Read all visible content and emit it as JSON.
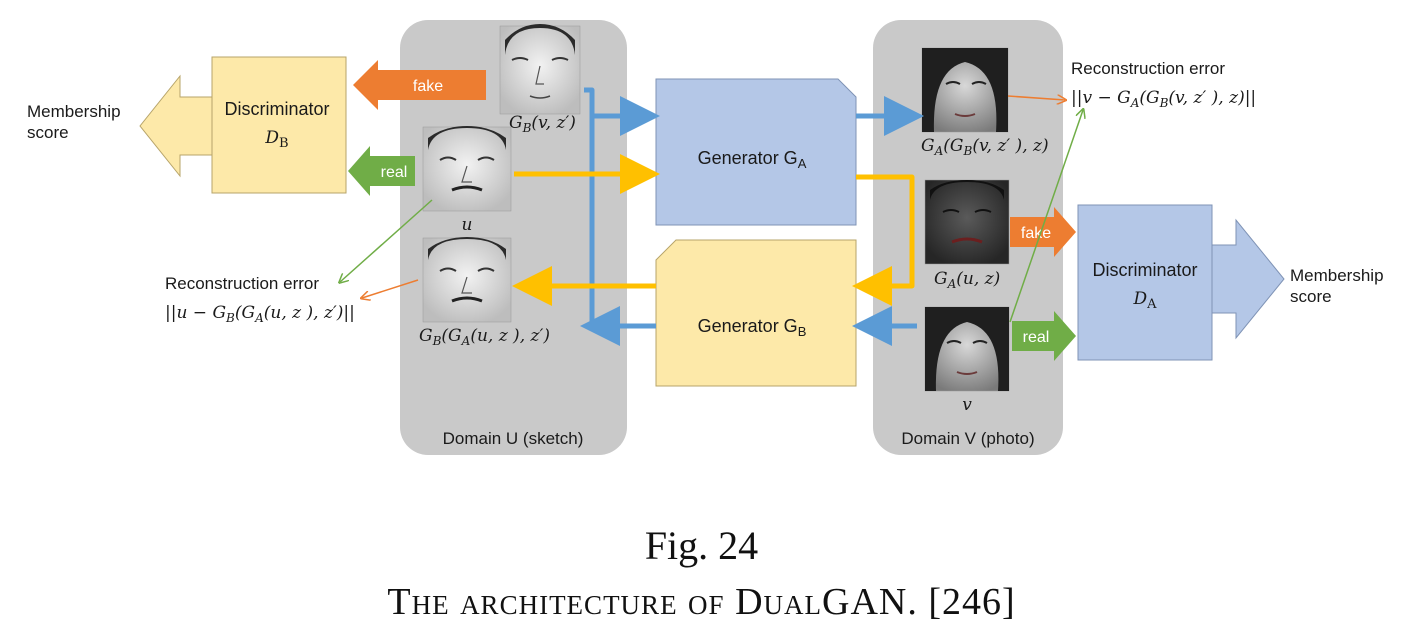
{
  "diagram": {
    "discriminator_b": {
      "title": "Discriminator",
      "symbol": "D",
      "sub": "B"
    },
    "discriminator_a": {
      "title": "Discriminator",
      "symbol": "D",
      "sub": "A"
    },
    "generator_a": {
      "title": "Generator G",
      "sub": "A"
    },
    "generator_b": {
      "title": "Generator G",
      "sub": "B"
    },
    "membership_left": [
      "Membership",
      "score"
    ],
    "membership_right": [
      "Membership",
      "score"
    ],
    "tags": {
      "fake": "fake",
      "real": "real"
    },
    "domain_u_label": "Domain U (sketch)",
    "domain_v_label": "Domain V (photo)",
    "labels": {
      "gb_v": "G_B(v, z′)",
      "u": "u",
      "gb_ga_u": "G_B(G_A(u, z ), z′)",
      "ga_gb_v": "G_A(G_B(v, z′ ), z)",
      "ga_u": "G_A(u, z)",
      "v": "v"
    },
    "recon_left": {
      "title": "Reconstruction error",
      "formula": "||u − G_B(G_A(u, z ), z′)||"
    },
    "recon_right": {
      "title": "Reconstruction error",
      "formula": "||v − G_A(G_B(v, z′ ), z)||"
    },
    "colors": {
      "panel": "#c9c9c9",
      "generator_a": "#b4c7e7",
      "generator_b": "#fde9a9",
      "discriminator_b": "#fde9a9",
      "discriminator_a": "#b4c7e7",
      "fake_arrow": "#ed7d31",
      "real_arrow": "#70ad47",
      "blue_arrow": "#5b9bd5",
      "yellow_arrow": "#ffc000"
    }
  },
  "caption": {
    "number": "Fig. 24",
    "title": "The architecture of DualGAN. [246]"
  }
}
